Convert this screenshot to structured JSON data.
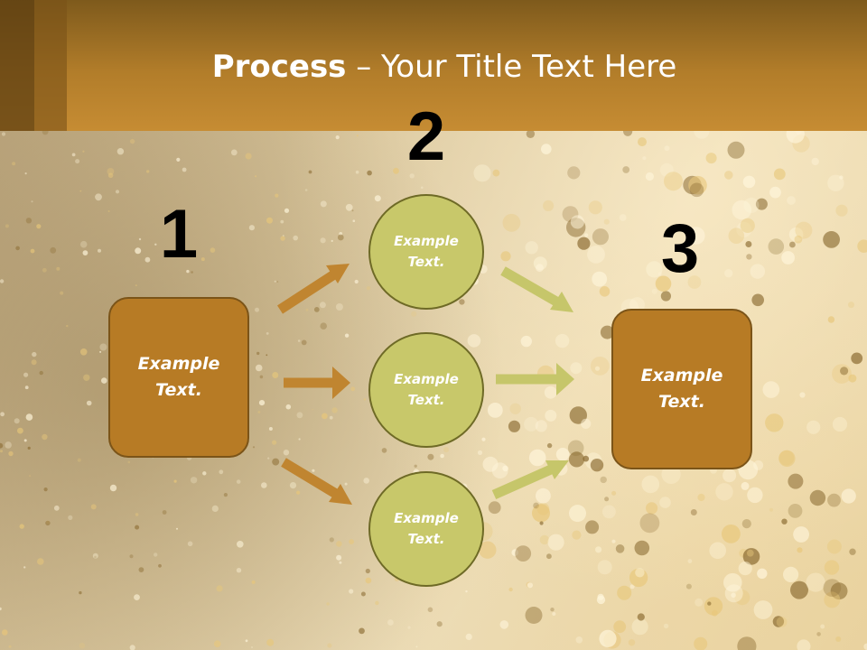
{
  "slide": {
    "title_bold": "Process",
    "title_rest": " – Your Title Text Here",
    "steps": {
      "one": "1",
      "two": "2",
      "three": "3"
    },
    "left_box": "Example\nText.",
    "right_box": "Example\nText.",
    "circles": [
      "Example\nText.",
      "Example\nText.",
      "Example\nText."
    ]
  },
  "colors": {
    "header": "#b27d2a",
    "box_fill": "#b77b25",
    "circle_fill": "#c8c86a",
    "arrow_left": "#c08530",
    "arrow_right": "#c6c66a"
  }
}
